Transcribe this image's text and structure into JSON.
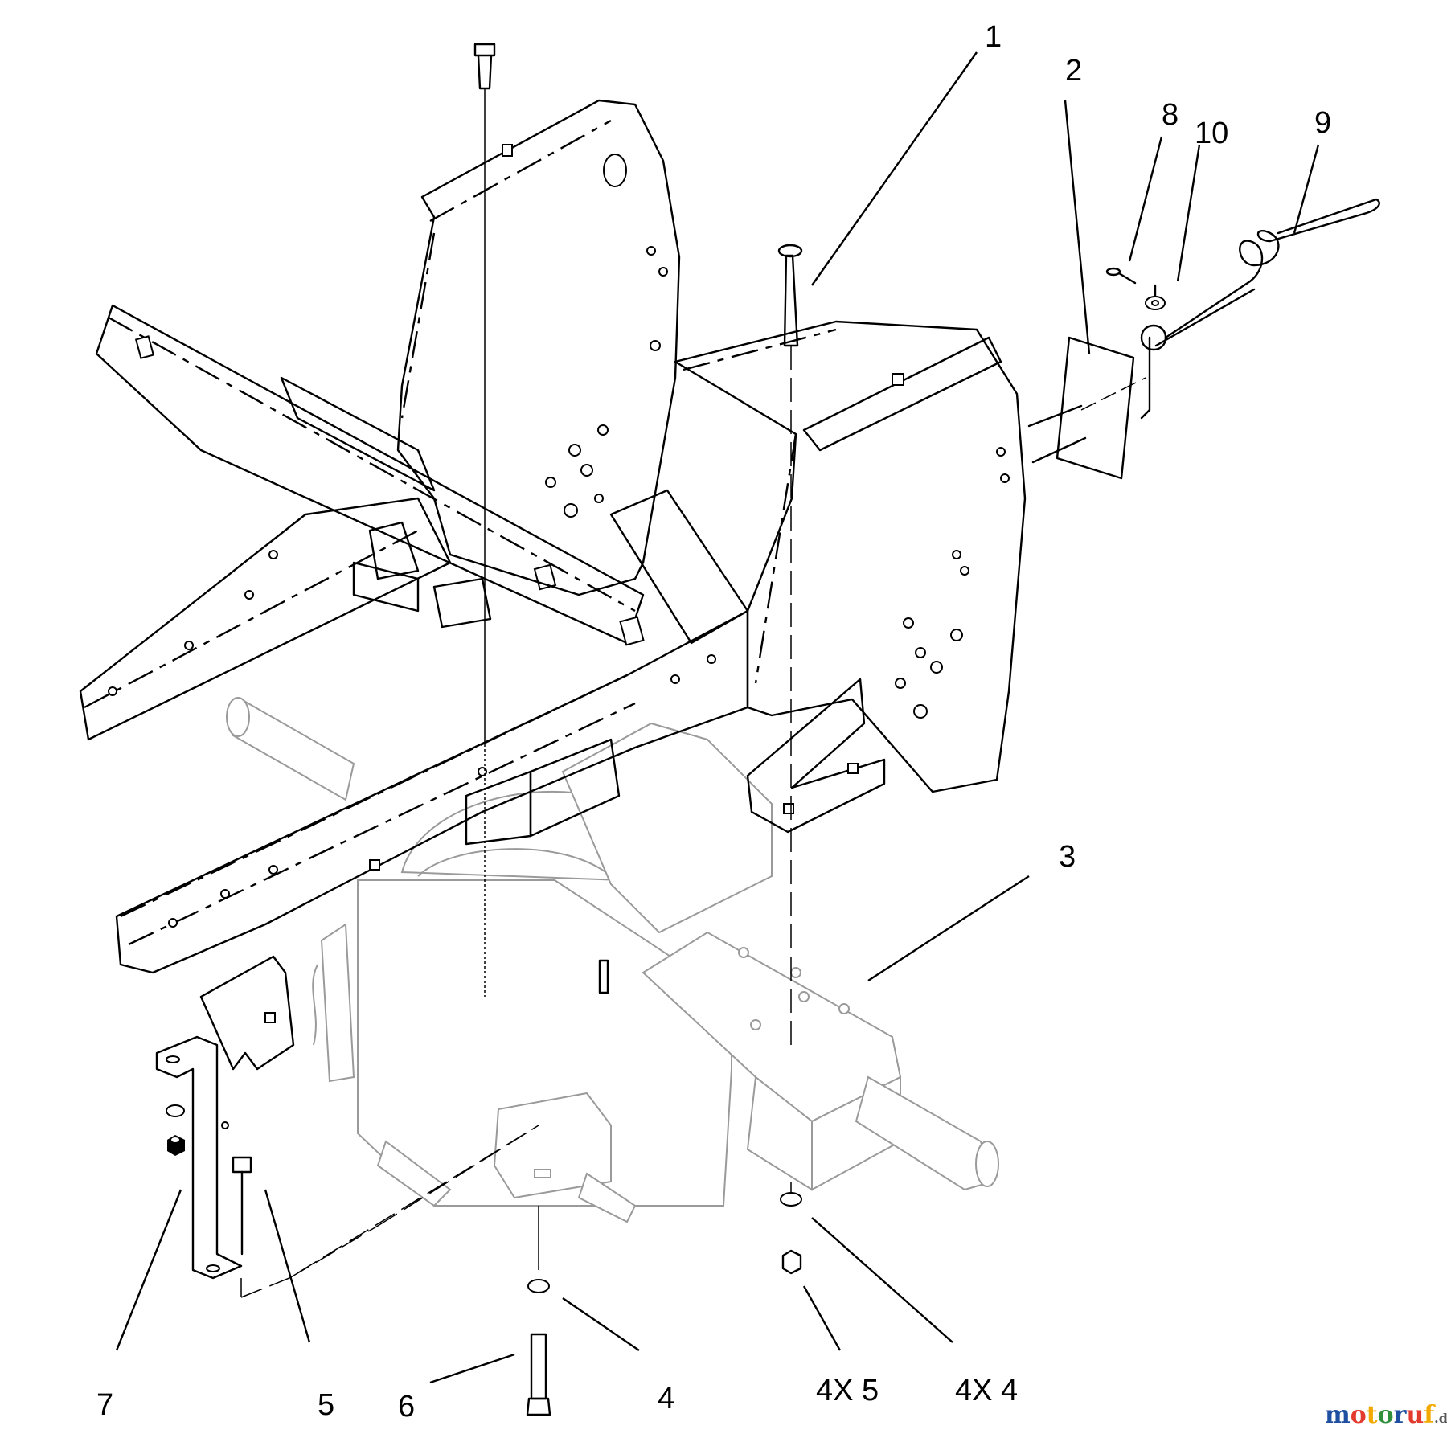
{
  "callouts": [
    {
      "id": "1",
      "text": "1"
    },
    {
      "id": "2",
      "text": "2"
    },
    {
      "id": "8",
      "text": "8"
    },
    {
      "id": "10",
      "text": "10"
    },
    {
      "id": "9",
      "text": "9"
    },
    {
      "id": "3",
      "text": "3"
    },
    {
      "id": "7",
      "text": "7"
    },
    {
      "id": "5",
      "text": "5"
    },
    {
      "id": "6",
      "text": "6"
    },
    {
      "id": "4",
      "text": "4"
    },
    {
      "id": "4x5",
      "text": "4X 5"
    },
    {
      "id": "4x4",
      "text": "4X 4"
    }
  ],
  "watermark": {
    "brand": "motoruf",
    "suffix": ".de",
    "colors": [
      "#1f4fa0",
      "#e23b2e",
      "#f2a900",
      "#2f8f3a"
    ]
  }
}
